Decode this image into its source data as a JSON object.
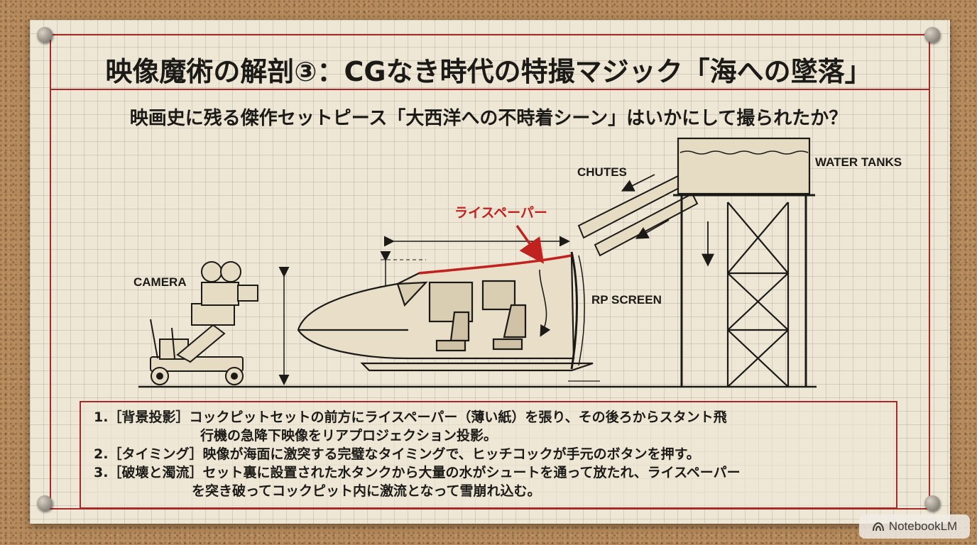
{
  "title": "映像魔術の解剖③：CGなき時代の特撮マジック「海への墜落」",
  "subtitle": "映画史に残る傑作セットピース「大西洋への不時着シーン」はいかにして撮られたか？",
  "diagram": {
    "labels": {
      "camera": "CAMERA",
      "chutes": "CHUTES",
      "water_tanks": "WATER TANKS",
      "rp_screen": "RP SCREEN",
      "rice_paper": "ライスペーパー"
    },
    "colors": {
      "accent": "#a82a28",
      "ink": "#1c1a17",
      "paper": "#eee7d6",
      "cork": "#b58a5c"
    }
  },
  "notes": [
    {
      "line1": "1.［背景投影］コックピットセットの前方にライスペーパー（薄い紙）を張り、その後ろからスタント飛",
      "line2": "行機の急降下映像をリアプロジェクション投影。"
    },
    {
      "line1": "2.［タイミング］映像が海面に激突する完璧なタイミングで、ヒッチコックが手元のボタンを押す。"
    },
    {
      "line1": "3.［破壊と濁流］セット裏に設置された水タンクから大量の水がシュートを通って放たれ、ライスペーパー",
      "line2": "を突き破ってコックピット内に激流となって雪崩れ込む。"
    }
  ],
  "badge": {
    "icon": "notebooklm-icon",
    "text": "NotebookLM"
  }
}
